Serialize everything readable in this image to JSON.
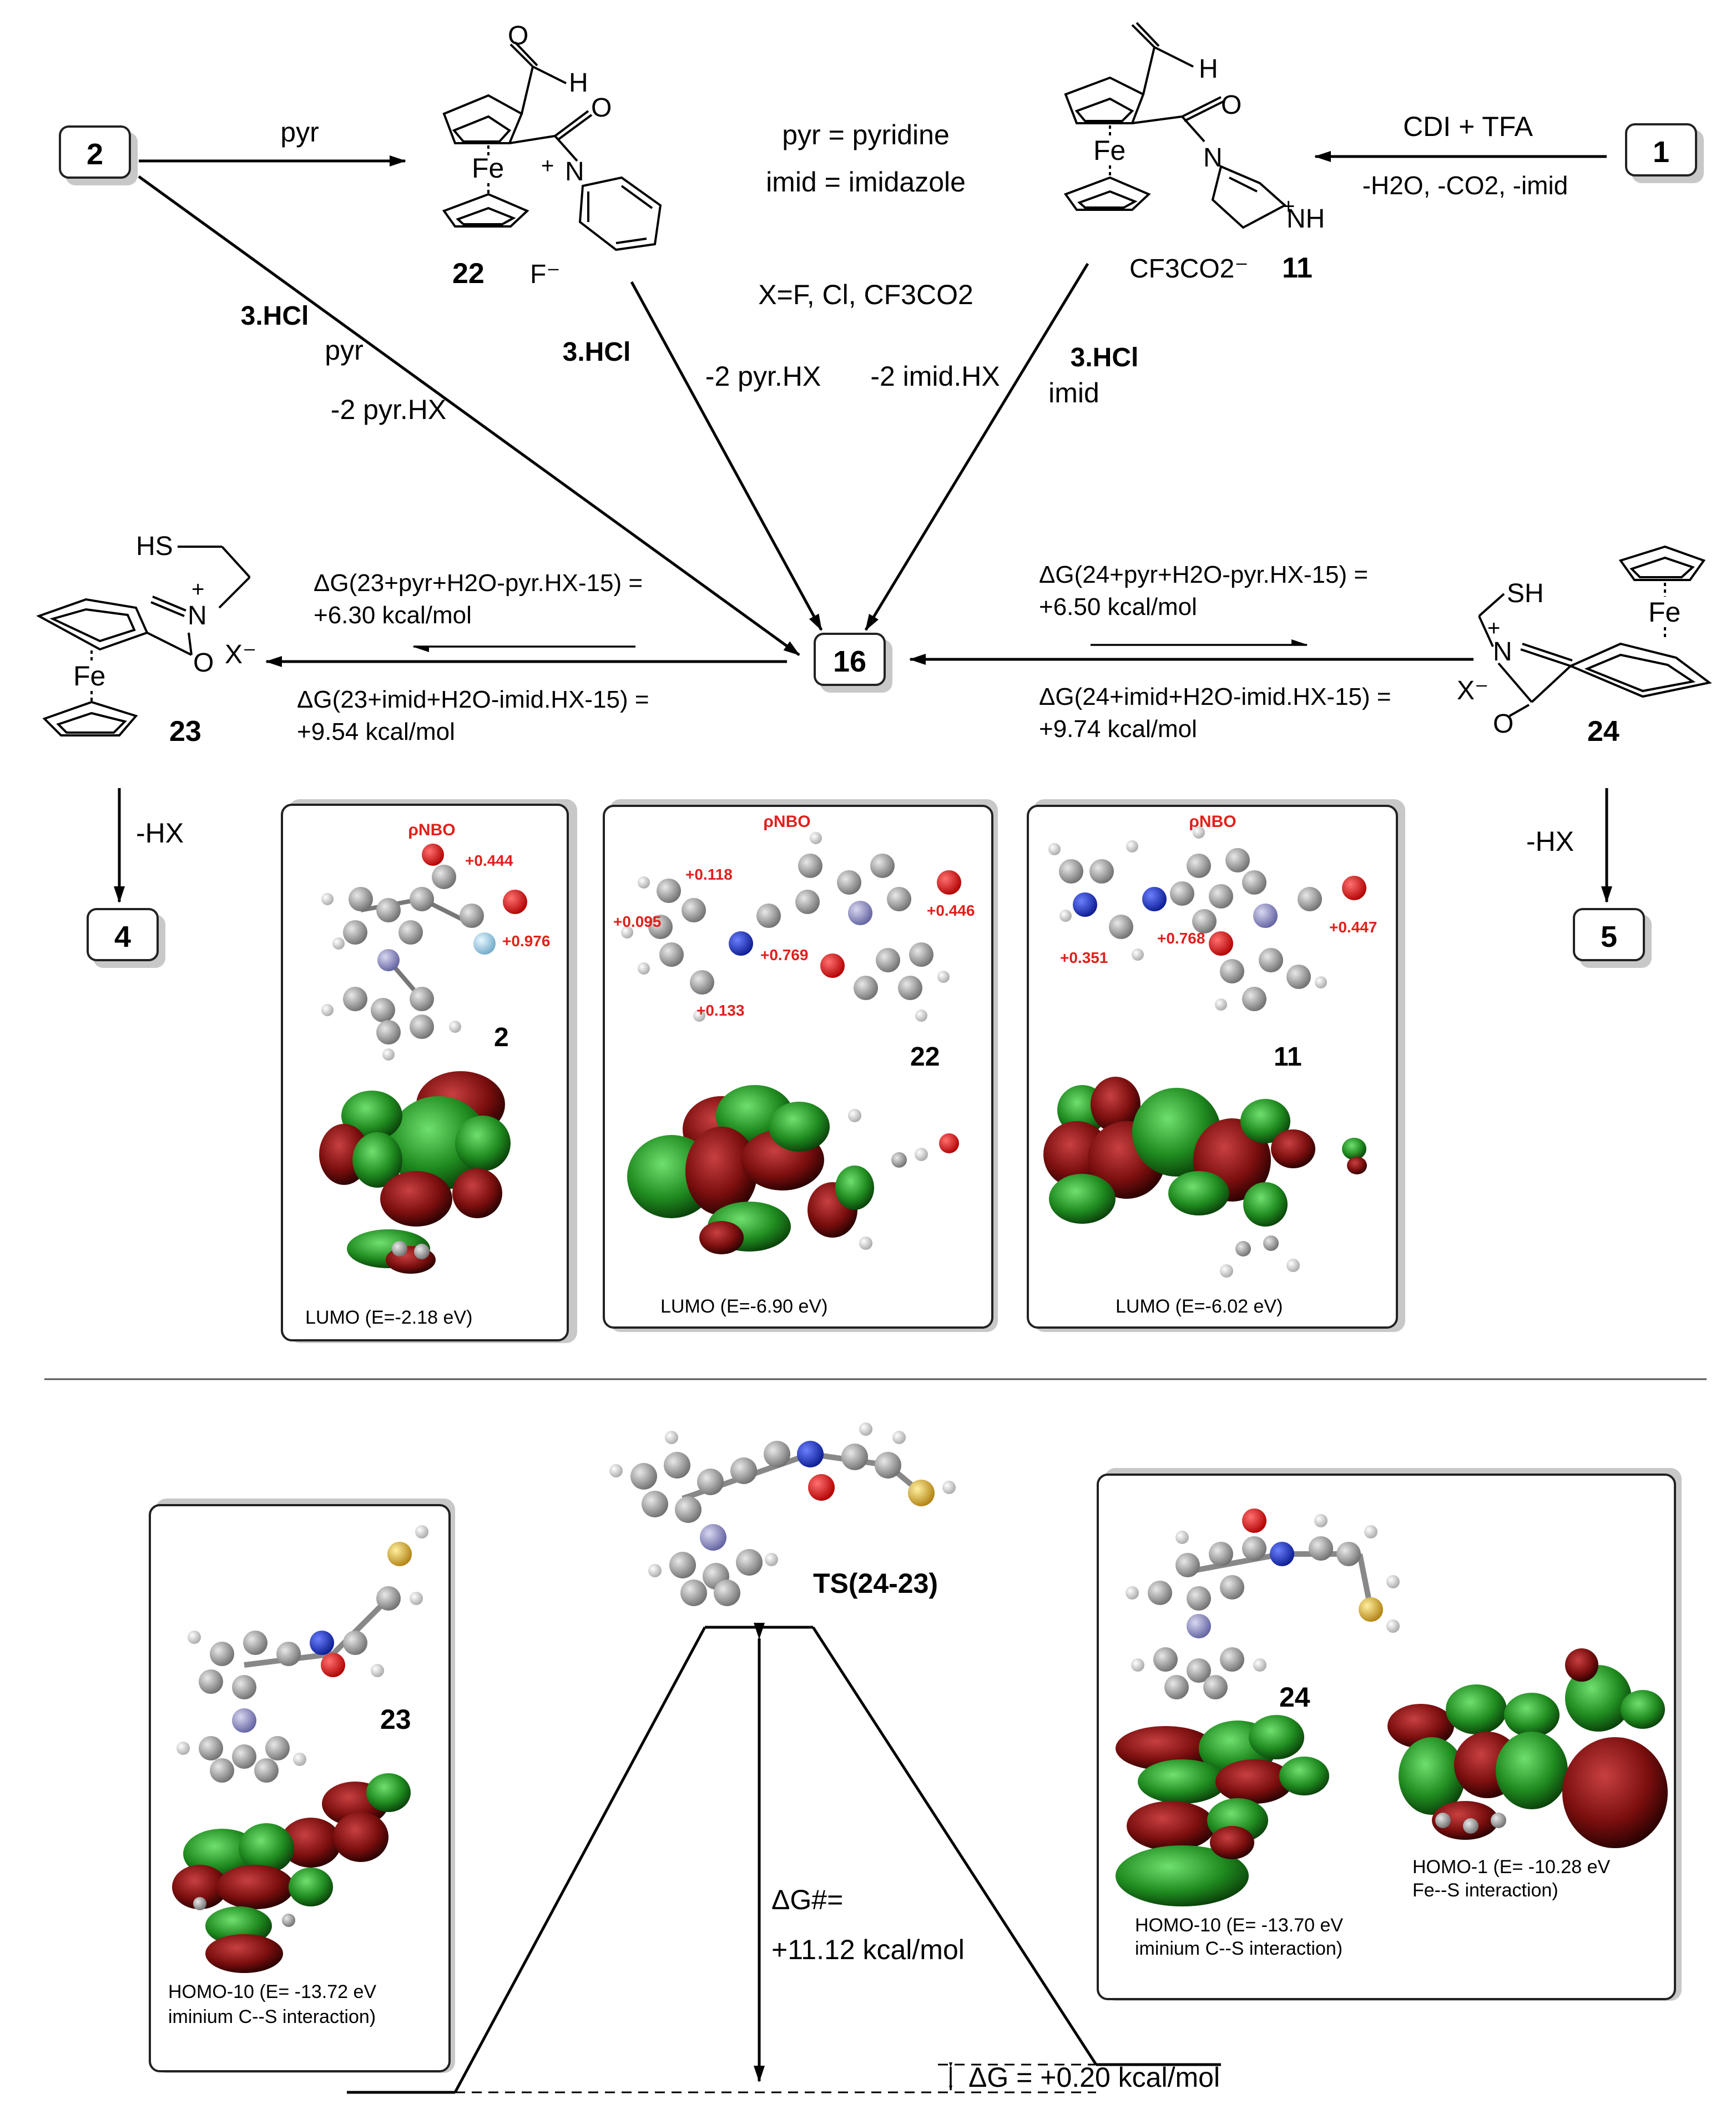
{
  "compounds": {
    "c2": "2",
    "c1": "1",
    "c16": "16",
    "c4": "4",
    "c5": "5",
    "c22": "22",
    "c11": "11",
    "c23": "23",
    "c24": "24"
  },
  "reagents": {
    "pyr": "pyr",
    "cdi_tfa": "CDI + TFA",
    "cdi_byproducts": "-H2O, -CO2, -imid",
    "hcl_left": "3.HCl",
    "pyr_left": "pyr",
    "pyrhx_left": "-2 pyr.HX",
    "hcl_mid": "3.HCl",
    "pyrhx_mid": "-2 pyr.HX",
    "imidhx_mid": "-2 imid.HX",
    "hcl_right": "3.HCl",
    "imid_right": "imid",
    "hx_left": "-HX",
    "hx_right": "-HX"
  },
  "legend": {
    "pyr_def": "pyr = pyridine",
    "imid_def": "imid = imidazole",
    "x_def": "X=F, Cl, CF3CO2"
  },
  "counterions": {
    "f_minus": "F⁻",
    "cf3co2": "CF3CO2⁻",
    "x_minus": "X⁻"
  },
  "atoms": {
    "fe": "Fe",
    "h": "H",
    "o": "O",
    "n": "N",
    "nh": "NH",
    "hs": "HS",
    "sh": "SH",
    "plus": "+"
  },
  "energies": {
    "dg23_pyr": "ΔG(23+pyr+H2O-pyr.HX-15) =",
    "dg23_pyr_val": "+6.30 kcal/mol",
    "dg23_imid": "ΔG(23+imid+H2O-imid.HX-15) =",
    "dg23_imid_val": "+9.54 kcal/mol",
    "dg24_pyr": "ΔG(24+pyr+H2O-pyr.HX-15) =",
    "dg24_pyr_val": "+6.50 kcal/mol",
    "dg24_imid": "ΔG(24+imid+H2O-imid.HX-15) =",
    "dg24_imid_val": "+9.74 kcal/mol"
  },
  "nbo_panels": [
    {
      "header": "ρNBO",
      "label": "2",
      "charges": [
        "+0.444",
        "+0.976"
      ],
      "lumo": "LUMO (E=-2.18 eV)"
    },
    {
      "header": "ρNBO",
      "label": "22",
      "charges": [
        "+0.118",
        "+0.095",
        "+0.769",
        "+0.133",
        "+0.446"
      ],
      "lumo": "LUMO (E=-6.90 eV)"
    },
    {
      "header": "ρNBO",
      "label": "11",
      "charges": [
        "+0.351",
        "+0.768",
        "+0.447"
      ],
      "lumo": "LUMO (E=-6.02 eV)"
    }
  ],
  "profile": {
    "ts_label": "TS(24-23)",
    "dg_barrier_label": "ΔG#=",
    "dg_barrier_value": "+11.12 kcal/mol",
    "dg_rxn": "ΔG = +0.20 kcal/mol",
    "panel23": {
      "label": "23",
      "homo": "HOMO-10 (E= -13.72 eV",
      "homo2": "iminium C--S interaction)"
    },
    "panel24": {
      "label": "24",
      "homo10": "HOMO-10 (E= -13.70 eV",
      "homo10b": "iminium C--S interaction)",
      "homo1": "HOMO-1 (E= -10.28 eV",
      "homo1b": "Fe--S interaction)"
    }
  },
  "colors": {
    "lobe_green": "#1f8a1f",
    "lobe_red": "#8b1212",
    "carbon": "#9a9a9a",
    "oxygen": "#e01010",
    "nitrogen": "#1530c8",
    "sulfur": "#d8b030",
    "iron": "#8e8eb8",
    "charge_text": "#e0201c"
  }
}
